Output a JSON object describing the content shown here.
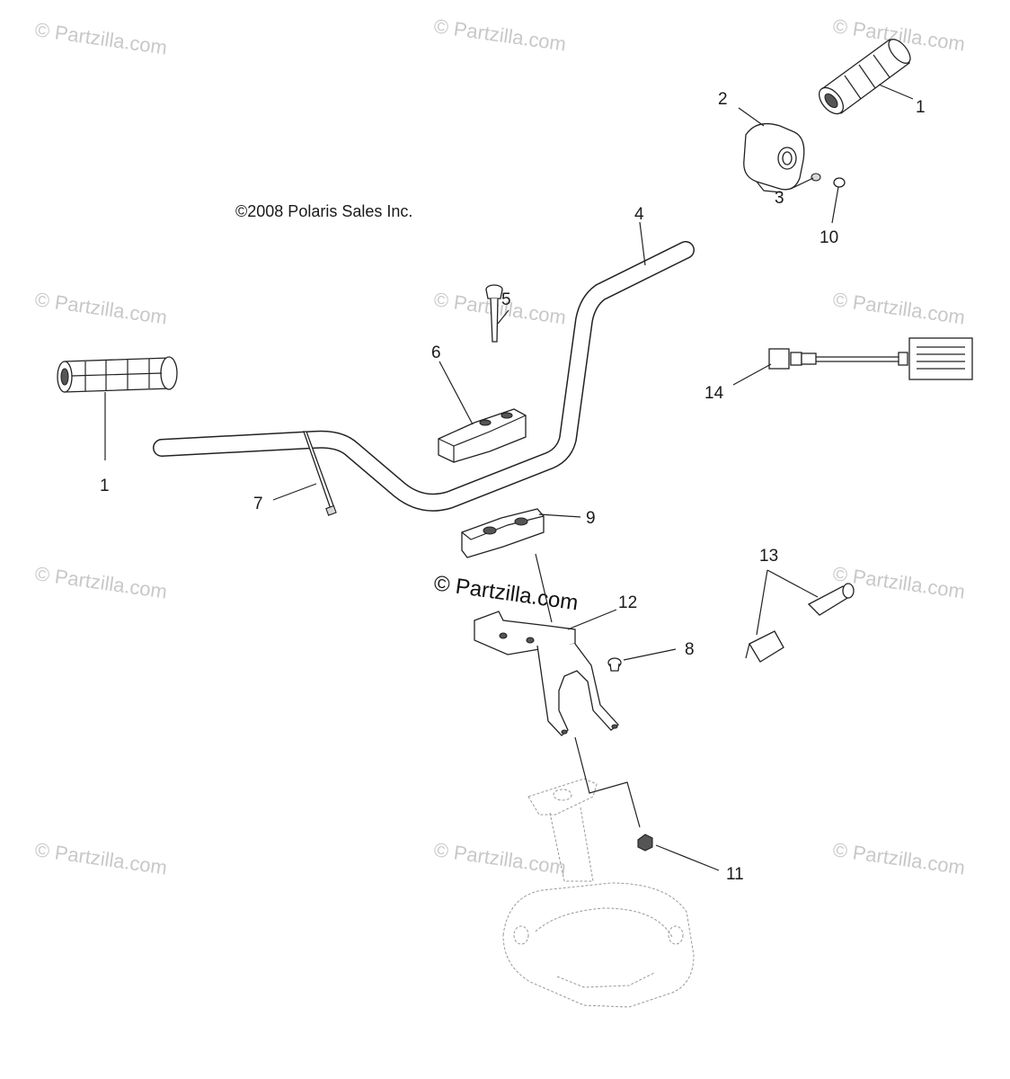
{
  "copyright": "©2008 Polaris Sales Inc.",
  "brand_watermark": "© Partzilla.com",
  "watermark_text": "© Partzilla.com",
  "callouts": [
    "1",
    "2",
    "1",
    "3",
    "10",
    "4",
    "5",
    "6",
    "14",
    "7",
    "9",
    "13",
    "12",
    "8",
    "11"
  ],
  "parts": {
    "grip": "grip-icon",
    "throttle_housing": "throttle-housing-icon",
    "handlebar": "handlebar-icon",
    "bolt": "bolt-icon",
    "clamp_upper": "clamp-upper-icon",
    "clamp_lower": "clamp-lower-icon",
    "wiring_harness": "wiring-harness-icon",
    "mount_bracket": "mount-bracket-icon",
    "steering_post": "steering-post-icon",
    "heater_element": "heater-element-icon",
    "nut": "nut-icon"
  },
  "colors": {
    "line": "#222222",
    "watermark": "#c8c8c8",
    "background": "#ffffff"
  }
}
